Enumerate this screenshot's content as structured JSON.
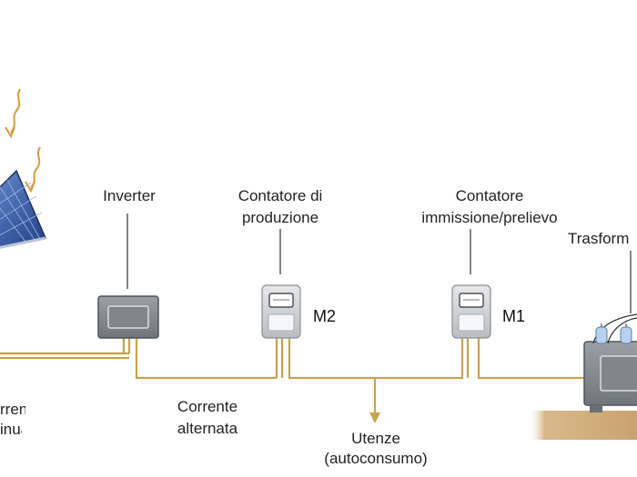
{
  "labels": {
    "inverter": "Inverter",
    "production_meter": [
      "Contatore di",
      "produzione"
    ],
    "exchange_meter": [
      "Contatore",
      "immissione/prelievo"
    ],
    "transformer": "Trasform",
    "dc_current": [
      "rrente",
      "inua"
    ],
    "ac_current": [
      "Corrente",
      "alternata"
    ],
    "loads": [
      "Utenze",
      "(autoconsumo)"
    ]
  },
  "meters": {
    "production_id": "M2",
    "exchange_id": "M1"
  },
  "colors": {
    "wire": "#c8a24c",
    "ground": "#d8b98a",
    "panel_blue": "#2f5aa8",
    "device_gray": "#8c9094"
  }
}
